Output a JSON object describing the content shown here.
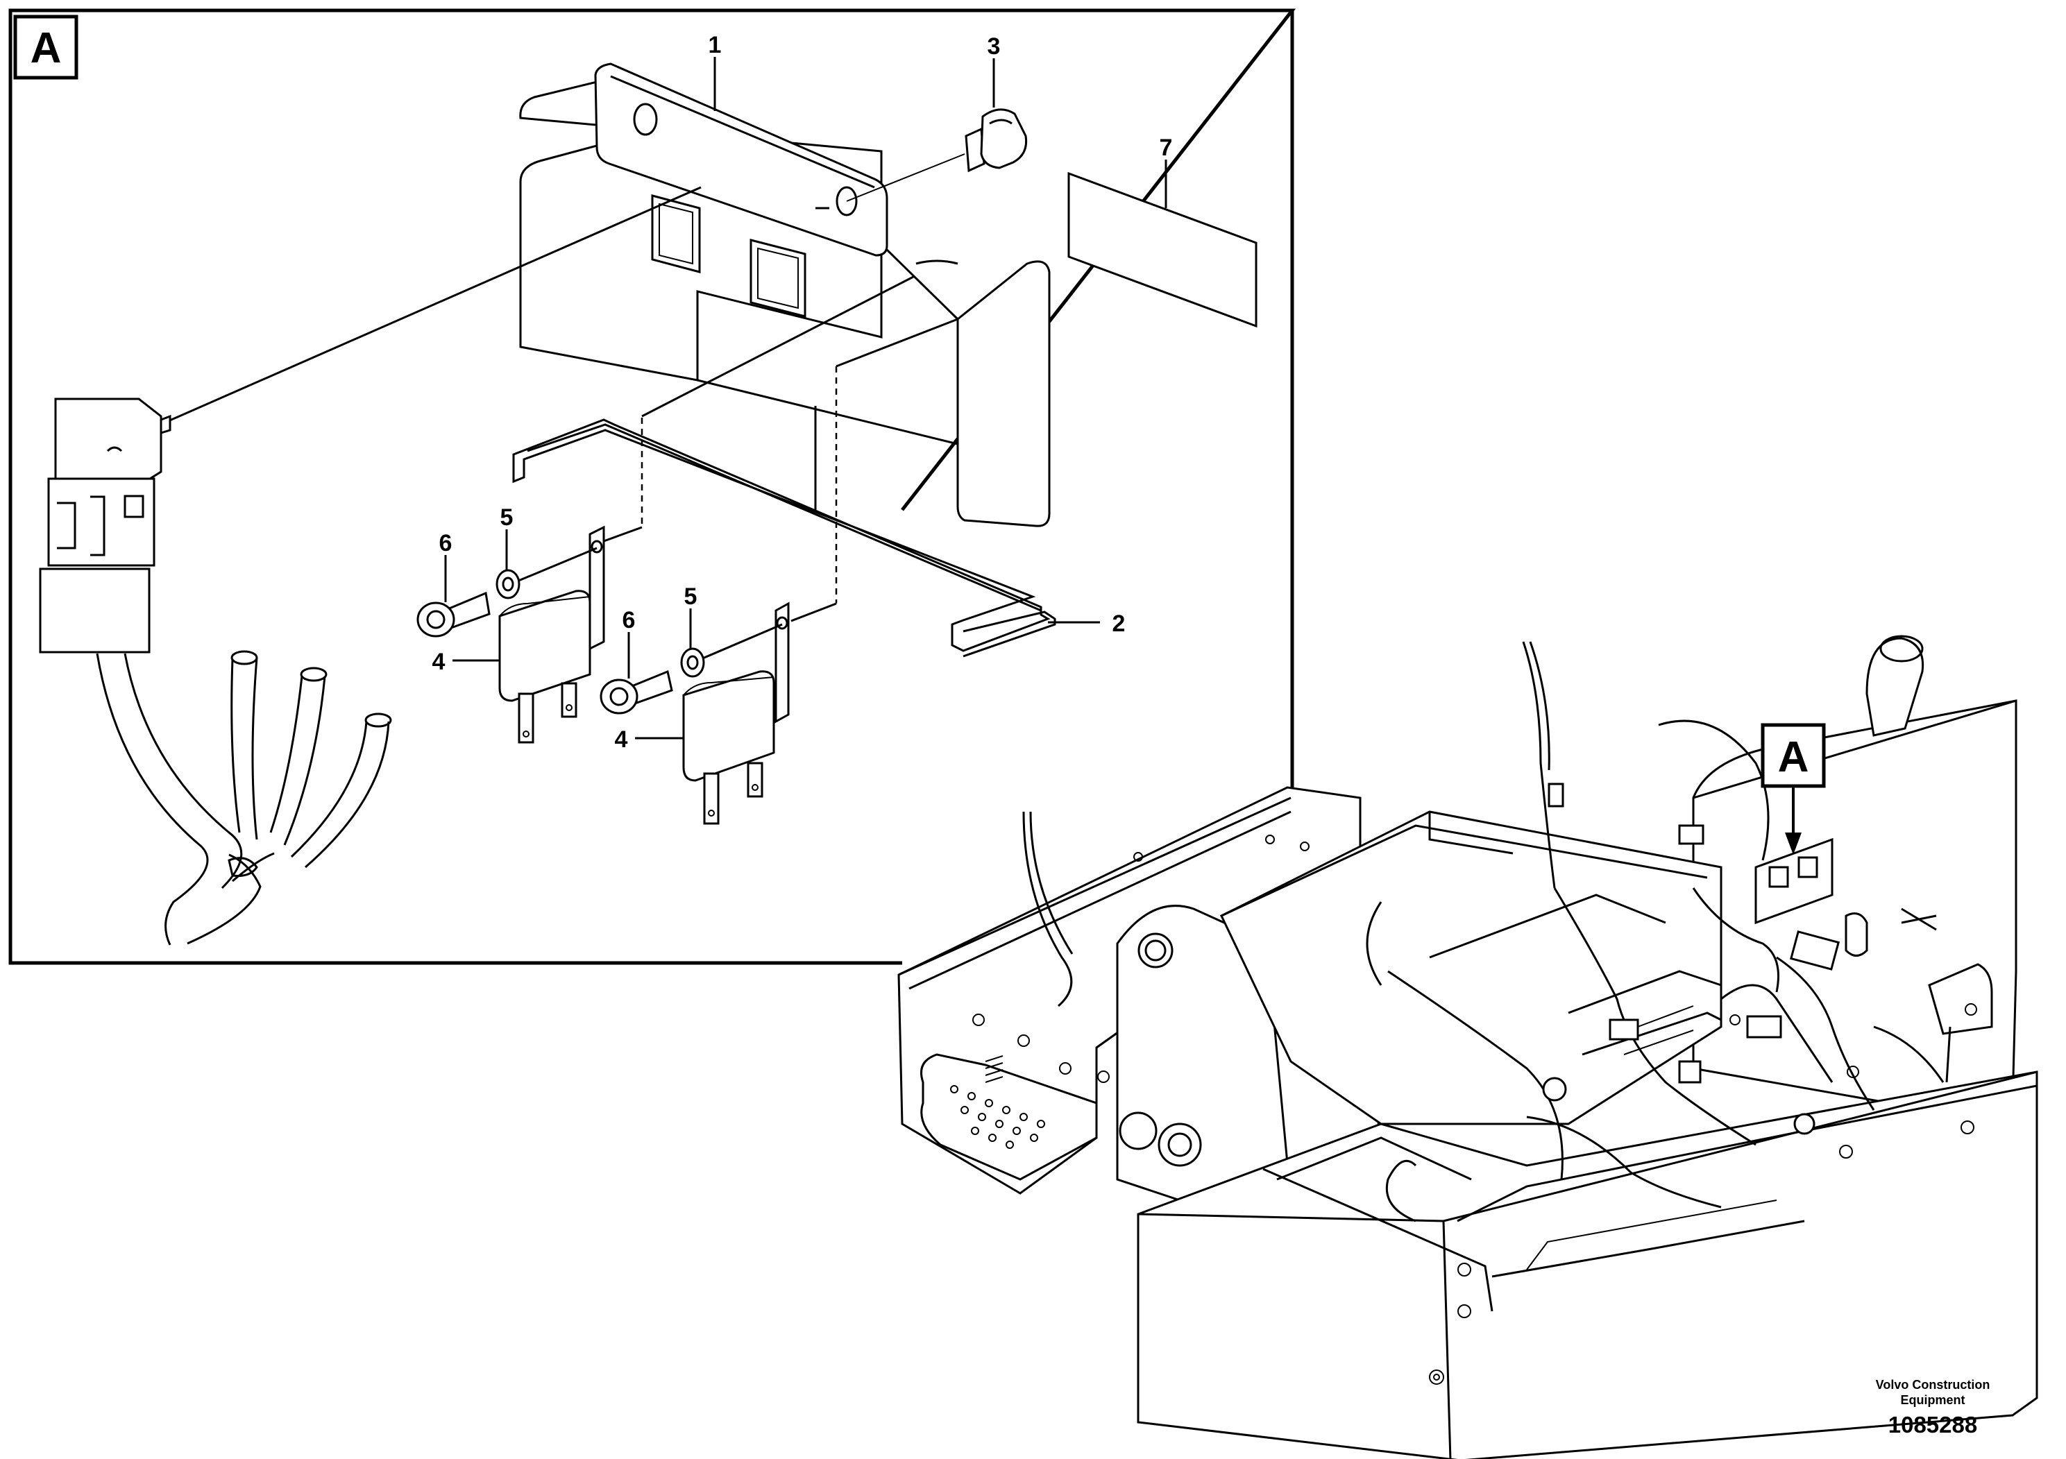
{
  "detail_view": {
    "letter": "A"
  },
  "callouts": [
    "1",
    "2",
    "3",
    "4",
    "4",
    "5",
    "5",
    "6",
    "6",
    "7"
  ],
  "pointer_label": "A",
  "footer": {
    "brand_line1": "Volvo Construction",
    "brand_line2": "Equipment",
    "doc_number": "1085288"
  }
}
